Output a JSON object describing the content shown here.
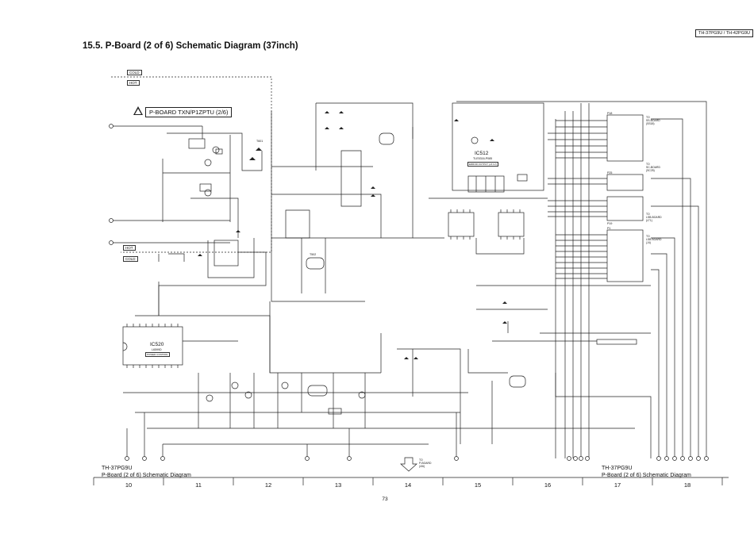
{
  "header": {
    "model_tag": "TH-37PG9U / TH-42PG9U",
    "title": "15.5.   P-Board (2 of 6) Schematic Diagram (37inch)"
  },
  "board": {
    "label": "P-BOARD TXN/P1ZPTU (2/6)",
    "cold_top": "COLD",
    "hot_top": "HOT",
    "hot_bottom": "HOT",
    "cold_bottom": "COLD"
  },
  "ics": {
    "ic520_name": "IC520",
    "ic520_part": "L6599D",
    "ic520_func": "POWER CONTROL",
    "ic512_name": "IC512",
    "ic512_part": "TLE5316-P085",
    "ic512_func": "ERROR OUTPUT (+5.1V)"
  },
  "connectors": {
    "p18": {
      "name": "P18",
      "to": "TO",
      "dest": "SS-BOARD",
      "sub": "(SS18)"
    },
    "p25": {
      "name": "P25",
      "to": "TO",
      "dest": "SC-BOARD",
      "sub": "(SC25)"
    },
    "p19": {
      "name": "P19",
      "to": "TO",
      "dest": "LSB-BOARD",
      "sub": "(LT1)"
    },
    "p1": {
      "name": "P1",
      "to": "TO",
      "dest": "LSB BOARD",
      "sub": "(J4)"
    }
  },
  "transformers": {
    "t601": "T601",
    "t502": "T502"
  },
  "sheet_ref": {
    "to": "TO",
    "dest": "P-BOARD",
    "sub": "(4/6)"
  },
  "footer": {
    "left_model": "TH-37PG9U",
    "left_desc": "P-Board (2 of 6) Schematic Diagram",
    "right_model": "TH-37PG9U",
    "right_desc": "P-Board (2 of 6) Schematic Diagram",
    "page": "73"
  },
  "grid_numbers": [
    "10",
    "11",
    "12",
    "13",
    "14",
    "15",
    "16",
    "17",
    "18"
  ]
}
